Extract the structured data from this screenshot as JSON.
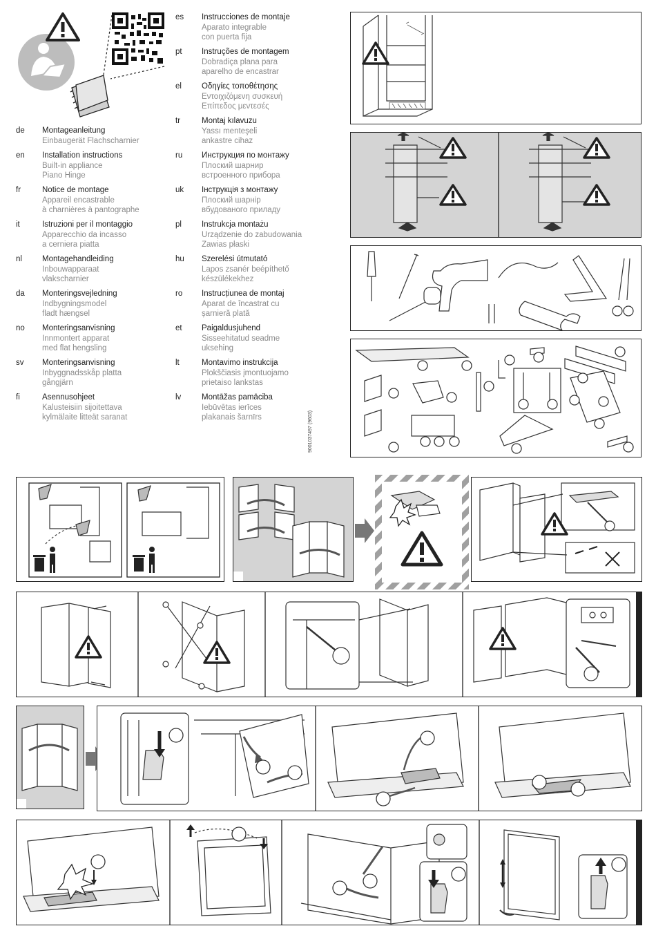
{
  "languages_left": [
    {
      "code": "de",
      "title": "Montageanleitung",
      "lines": [
        "Einbaugerät Flachscharnier"
      ]
    },
    {
      "code": "en",
      "title": "Installation instructions",
      "lines": [
        "Built-in appliance",
        "Piano Hinge"
      ]
    },
    {
      "code": "fr",
      "title": "Notice de montage",
      "lines": [
        "Appareil encastrable",
        "à charnières à pantographe"
      ]
    },
    {
      "code": "it",
      "title": "Istruzioni per il montaggio",
      "lines": [
        "Apparecchio da incasso",
        "a cerniera piatta"
      ]
    },
    {
      "code": "nl",
      "title": "Montagehandleiding",
      "lines": [
        "Inbouwapparaat",
        "vlakscharnier"
      ]
    },
    {
      "code": "da",
      "title": "Monteringsvejledning",
      "lines": [
        "Indbygningsmodel",
        "fladt hængsel"
      ]
    },
    {
      "code": "no",
      "title": "Monteringsanvisning",
      "lines": [
        "Innmontert apparat",
        "med flat hengsling"
      ]
    },
    {
      "code": "sv",
      "title": "Monteringsanvisning",
      "lines": [
        "Inbyggnadsskåp platta",
        "gångjärn"
      ]
    },
    {
      "code": "fi",
      "title": "Asennusohjeet",
      "lines": [
        "Kalusteisiin sijoitettava",
        "kylmälaite  litteät saranat"
      ]
    }
  ],
  "languages_right": [
    {
      "code": "es",
      "title": "Instrucciones de montaje",
      "lines": [
        "Aparato integrable",
        "con puerta fija"
      ]
    },
    {
      "code": "pt",
      "title": "Instruções de montagem",
      "lines": [
        "Dobradiça plana para",
        "aparelho de encastrar"
      ]
    },
    {
      "code": "el",
      "title": "Οδηγίες τοποθέτησης",
      "lines": [
        "Εντοιχιζόμενη συσκευή",
        "Επίπεδος μεντεσές"
      ]
    },
    {
      "code": "tr",
      "title": "Montaj kılavuzu",
      "lines": [
        "Yassı menteşeli",
        "ankastre cihaz"
      ]
    },
    {
      "code": "ru",
      "title": "Инструкция по монтажу",
      "lines": [
        "Плоский шарнир",
        "встроенного прибора"
      ]
    },
    {
      "code": "uk",
      "title": "Інструкція з монтажу",
      "lines": [
        "Плоский шарнір",
        "вбудованого приладу"
      ]
    },
    {
      "code": "pl",
      "title": "Instrukcja montażu",
      "lines": [
        "Urządzenie do zabudowania",
        "Zawias płaski"
      ]
    },
    {
      "code": "hu",
      "title": "Szerelési útmutató",
      "lines": [
        "Lapos zsanér beépíthető",
        "készülékekhez"
      ]
    },
    {
      "code": "ro",
      "title": "Instrucțiunea de montaj",
      "lines": [
        "Aparat de încastrat cu",
        "șarnieră plată"
      ]
    },
    {
      "code": "et",
      "title": "Paigaldusjuhend",
      "lines": [
        "Sisseehitatud seadme",
        "uksehing"
      ]
    },
    {
      "code": "lt",
      "title": "Montavimo instrukcija",
      "lines": [
        "Plokščiasis įmontuojamo",
        "prietaiso lankstas"
      ]
    },
    {
      "code": "lv",
      "title": "Montāžas pamāciba",
      "lines": [
        "Iebūvētas ierīces",
        "plakanais šarnīrs"
      ]
    }
  ],
  "document_number": "9001037497 (9603)",
  "colors": {
    "warning": "#222222",
    "panel_gray": "#d4d4d4",
    "hatch": "#a0a0a0"
  },
  "icons": [
    "warning-triangle-icon",
    "read-manual-icon",
    "qr-code-icon",
    "trash-bin-icon",
    "arrow-right-icon"
  ]
}
